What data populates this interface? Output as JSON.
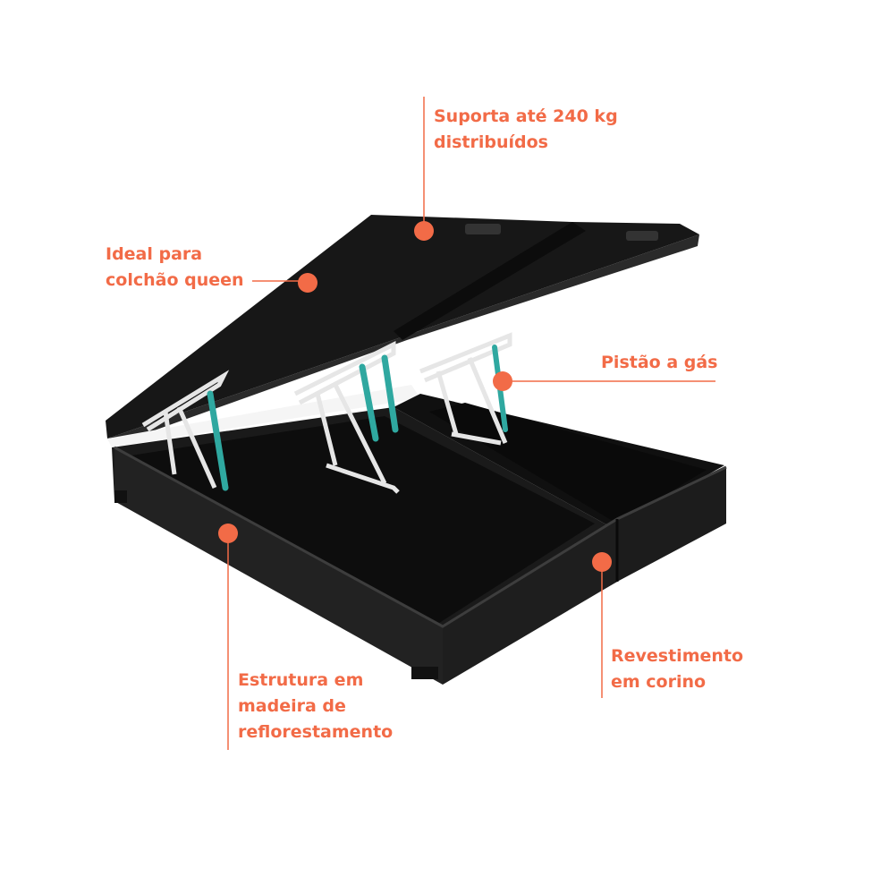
{
  "colors": {
    "accent": "#f26b47",
    "upholstery": "#1c1c1c",
    "upholstery_edge": "#3a3a3a",
    "hinge": "#e8e8e8",
    "piston": "#2fa8a0",
    "background": "#ffffff"
  },
  "callouts": {
    "support": {
      "line1": "Suporta até 240 kg",
      "line2": "distribuídos"
    },
    "mattress": {
      "line1": "Ideal para",
      "line2": "colchão queen"
    },
    "piston": {
      "line1": "Pistão a gás"
    },
    "structure": {
      "line1": "Estrutura em",
      "line2": "madeira de",
      "line3": "reflorestamento"
    },
    "coating": {
      "line1": "Revestimento",
      "line2": "em corino"
    }
  }
}
